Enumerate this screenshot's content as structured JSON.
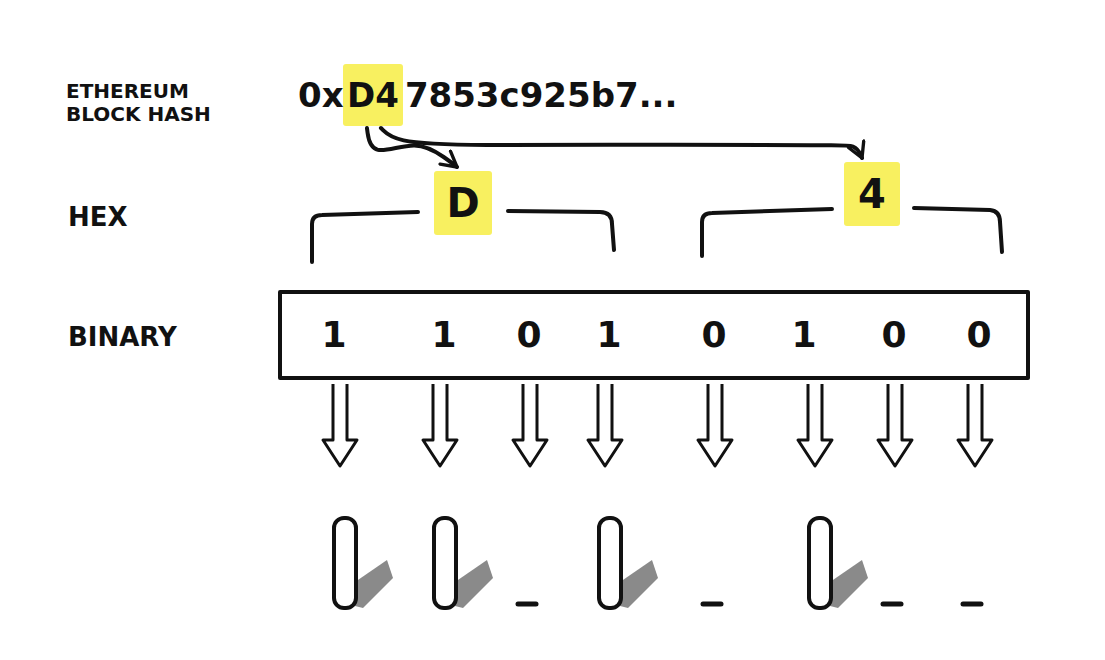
{
  "diagram": {
    "nodes": [
      {
        "text": [
          "D4"
        ]
      },
      {
        "text": [
          "D"
        ]
      },
      {
        "text": [
          "4"
        ]
      },
      {
        "text": [
          "1",
          "1",
          "0",
          "1",
          "0",
          "1",
          "0",
          "0"
        ]
      }
    ],
    "edges": [
      {
        "from": 0,
        "to": 1,
        "arrow": "to"
      },
      {
        "from": 0,
        "to": 2,
        "arrow": "to"
      }
    ],
    "labels": [
      "ETHEREUM BLOCK HASH",
      "0x",
      "7853c925b7...",
      "HEX",
      "BINARY"
    ]
  }
}
